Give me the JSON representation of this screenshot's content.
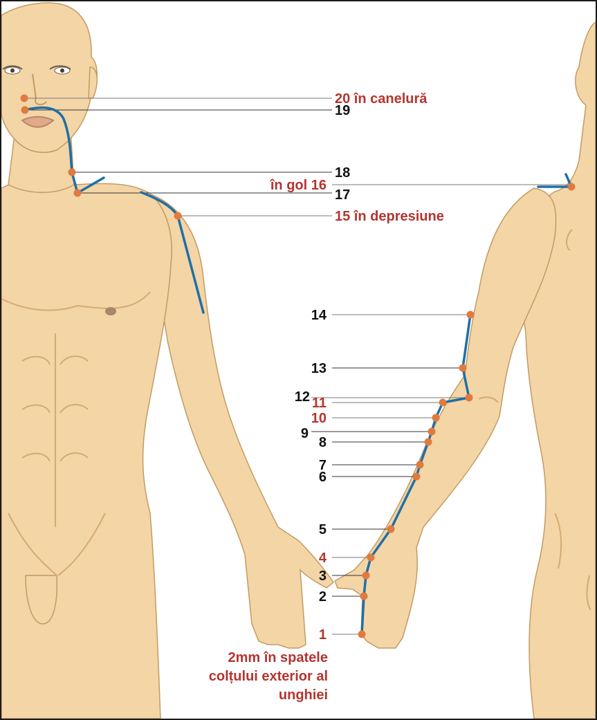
{
  "colors": {
    "skin": "#f3d5a6",
    "skin_shadow": "#e6bf88",
    "outline": "#c49a63",
    "meridian": "#1e6fa8",
    "point": "#e07a3f",
    "leader": "#7a7a7a",
    "label_red": "#b5342f",
    "label_black": "#111111"
  },
  "labels": {
    "p20": "20 în canelură",
    "p19": "19",
    "p18": "18",
    "p16": "în gol 16",
    "p17": "17",
    "p15": "15 în depresiune",
    "p14": "14",
    "p13": "13",
    "p12": "12",
    "p11": "11",
    "p10": "10",
    "p9": "9",
    "p8": "8",
    "p7": "7",
    "p6": "6",
    "p5": "5",
    "p4": "4",
    "p3": "3",
    "p2": "2",
    "p1": "1",
    "note_line1": "2mm în spatele",
    "note_line2": "colțului exterior al",
    "note_line3": "unghiei"
  }
}
